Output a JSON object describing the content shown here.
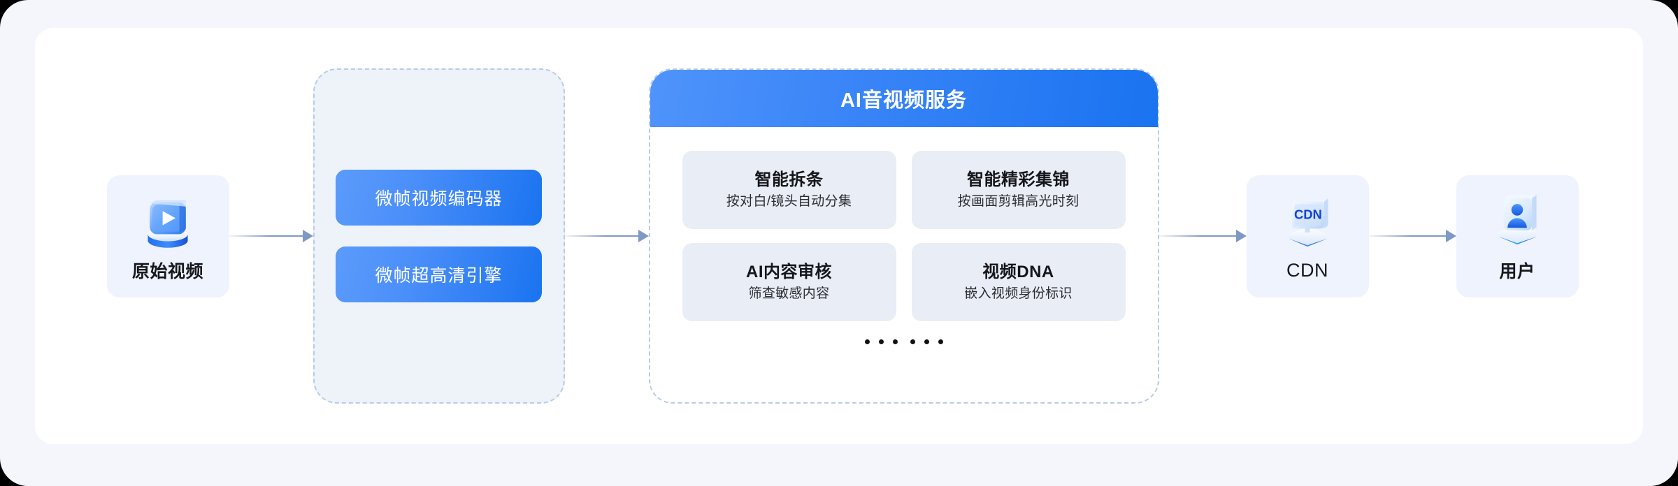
{
  "theme": {
    "page_background": "#f5f6fb",
    "card_background": "#ffffff",
    "accent_blue": "#1a73f0",
    "accent_blue_light": "#5b9bfb",
    "node_card_background": "#eef3fd",
    "feature_card_background": "#e9edf6",
    "dashed_border": "#b8cbe8",
    "arrow_color": "#7e99c4",
    "text_dark": "#15161a"
  },
  "flow": {
    "source_node": {
      "label": "原始视频",
      "icon": "video-play-3d-icon"
    },
    "encoder_group": {
      "items": [
        {
          "label": "微帧视频编码器"
        },
        {
          "label": "微帧超高清引擎"
        }
      ]
    },
    "ai_service": {
      "title": "AI音视频服务",
      "features": [
        {
          "title": "智能拆条",
          "desc": "按对白/镜头自动分集"
        },
        {
          "title": "智能精彩集锦",
          "desc": "按画面剪辑高光时刻"
        },
        {
          "title": "AI内容审核",
          "desc": "筛查敏感内容"
        },
        {
          "title": "视频DNA",
          "desc": "嵌入视频身份标识"
        }
      ],
      "more_indicator": "……"
    },
    "cdn_node": {
      "label": "CDN",
      "icon": "cdn-monitor-3d-icon",
      "icon_text": "CDN"
    },
    "user_node": {
      "label": "用户",
      "icon": "user-avatar-3d-icon"
    },
    "arrows": [
      {
        "name": "source-to-encoder"
      },
      {
        "name": "encoder-to-ai"
      },
      {
        "name": "ai-to-cdn"
      },
      {
        "name": "cdn-to-user"
      }
    ]
  }
}
